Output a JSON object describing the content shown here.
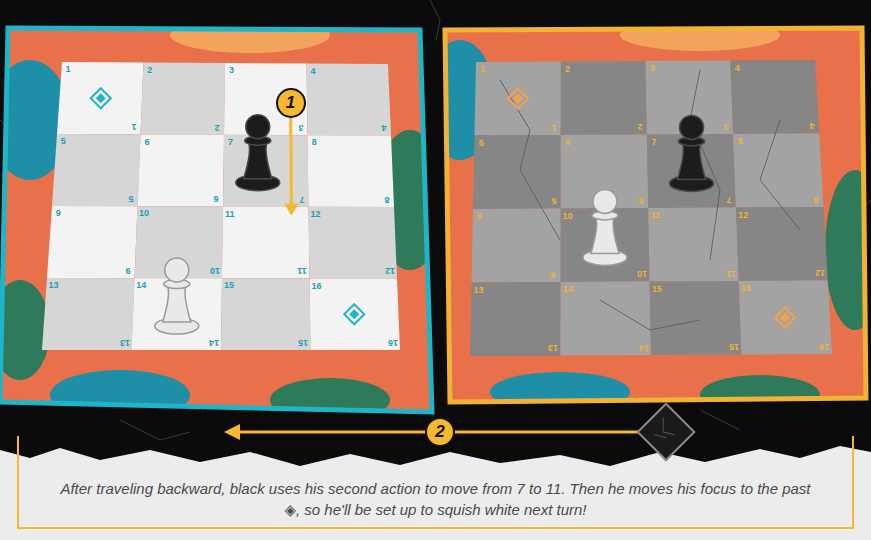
{
  "diagram": {
    "caption": "After traveling backward, black uses his second action to move from 7 to 11. Then he moves his focus to the past ◈, so he'll be set up to squish white next turn!",
    "labels": [
      "1",
      "2",
      "3",
      "4",
      "5",
      "6",
      "7",
      "8",
      "9",
      "10",
      "11",
      "12",
      "13",
      "14",
      "15",
      "16",
      "1",
      "2",
      "3",
      "4",
      "5",
      "6",
      "7",
      "8",
      "9",
      "10",
      "11",
      "12",
      "13",
      "14",
      "15",
      "16",
      "1",
      "2",
      "3",
      "4",
      "5",
      "6",
      "7",
      "8",
      "9",
      "10",
      "11",
      "12",
      "13",
      "14",
      "15",
      "16",
      "1",
      "2",
      "3",
      "4",
      "5",
      "6",
      "7",
      "8",
      "9",
      "10",
      "11",
      "12",
      "13",
      "14",
      "15",
      "16",
      "1",
      "2"
    ]
  }
}
